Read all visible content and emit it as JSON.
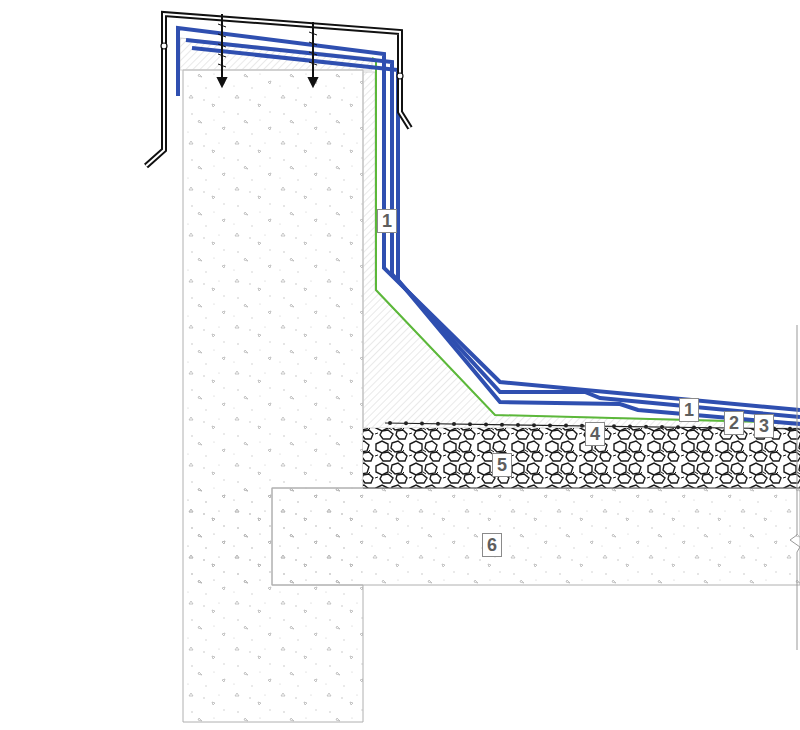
{
  "diagram": {
    "labels": [
      "1",
      "1",
      "2",
      "3",
      "4",
      "5",
      "6"
    ]
  }
}
